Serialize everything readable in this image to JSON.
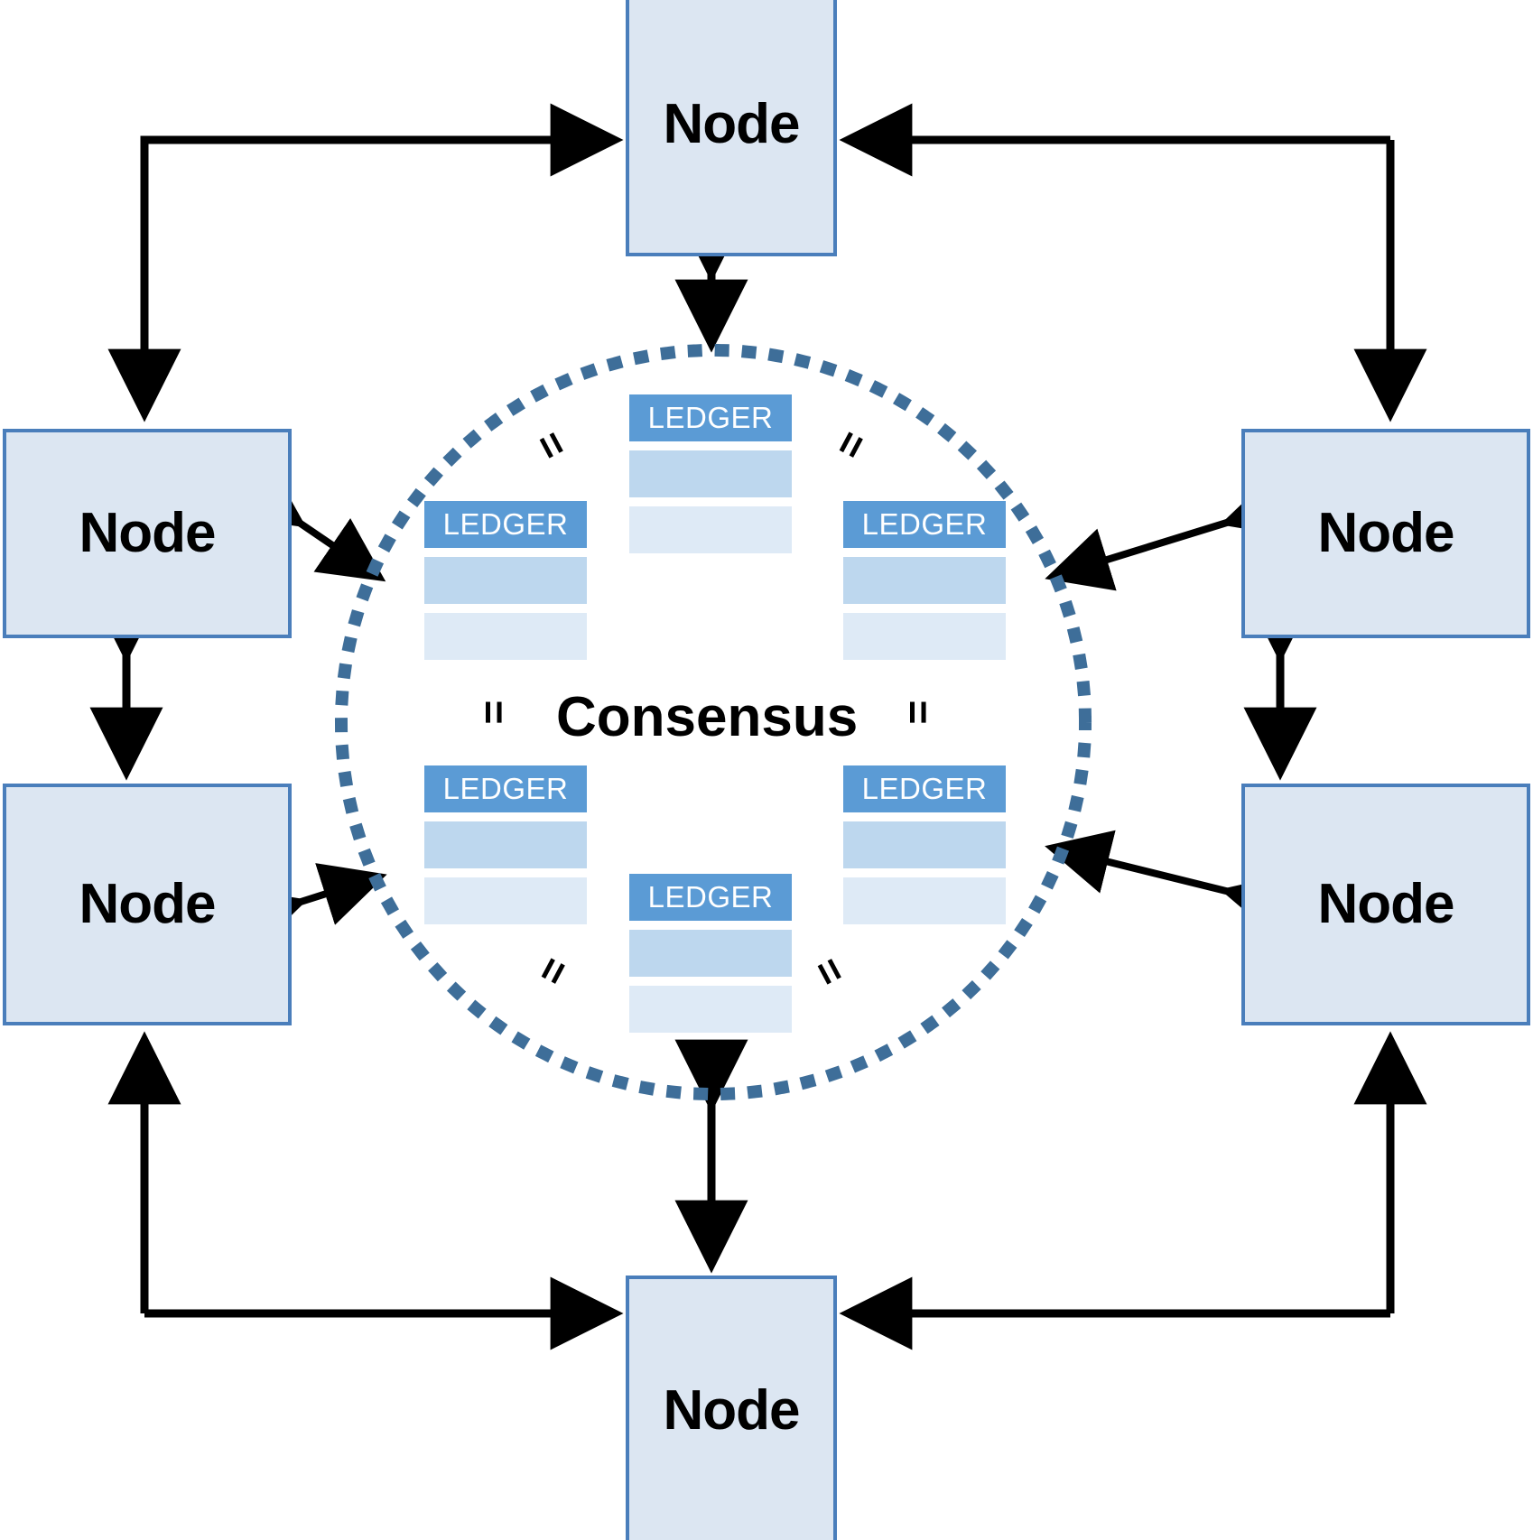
{
  "diagram": {
    "title": "Consensus",
    "center_label": "Consensus",
    "node_label": "Node",
    "ledger_label": "LEDGER",
    "equals_glyph": "=",
    "colors": {
      "node_fill": "#DCE6F2",
      "node_border": "#4A7EBB",
      "ledger_header": "#5B9BD5",
      "ledger_row_1": "#BDD7EE",
      "ledger_row_2": "#DEEAF6",
      "circle_dotted": "#3E6E99",
      "arrow": "#000000"
    },
    "nodes": [
      {
        "id": "node-top",
        "label": "Node"
      },
      {
        "id": "node-left-upper",
        "label": "Node"
      },
      {
        "id": "node-left-lower",
        "label": "Node"
      },
      {
        "id": "node-right-upper",
        "label": "Node"
      },
      {
        "id": "node-right-lower",
        "label": "Node"
      },
      {
        "id": "node-bottom",
        "label": "Node"
      }
    ],
    "ledgers": [
      {
        "id": "ledger-top",
        "header": "LEDGER"
      },
      {
        "id": "ledger-left-upper",
        "header": "LEDGER"
      },
      {
        "id": "ledger-right-upper",
        "header": "LEDGER"
      },
      {
        "id": "ledger-left-lower",
        "header": "LEDGER"
      },
      {
        "id": "ledger-right-lower",
        "header": "LEDGER"
      },
      {
        "id": "ledger-bottom",
        "header": "LEDGER"
      }
    ],
    "equals_marks": [
      {
        "id": "equals-top-left",
        "text": "="
      },
      {
        "id": "equals-top-right",
        "text": "="
      },
      {
        "id": "equals-mid-left",
        "text": "="
      },
      {
        "id": "equals-mid-right",
        "text": "="
      },
      {
        "id": "equals-bottom-left",
        "text": "="
      },
      {
        "id": "equals-bottom-right",
        "text": "="
      }
    ]
  }
}
